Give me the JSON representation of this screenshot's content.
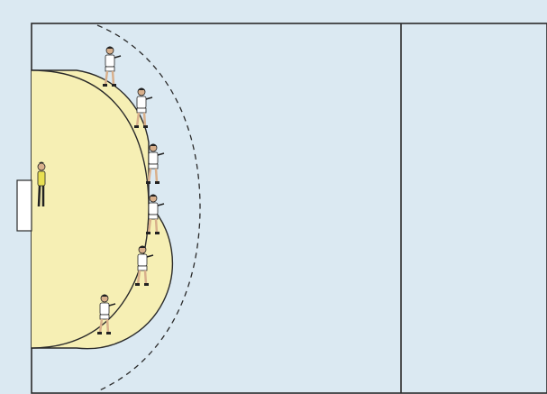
{
  "diagram": {
    "colors": {
      "background": "#dbe9f2",
      "court": "#dbe9f2",
      "goal_area": "#f6efb4",
      "lines": "#2a2a2a",
      "goalkeeper_shirt": "#e8e052",
      "player_shirt": "#ffffff",
      "skin": "#d9b08c",
      "hair": "#222222"
    },
    "elements": {
      "goal": "goal",
      "goal_area": "goal-area-6m",
      "free_throw_line": "free-throw-line-9m",
      "center_line": "center-line"
    },
    "goalkeeper": {
      "label": "goalkeeper",
      "shirt": "yellow",
      "count": 1
    },
    "defenders": {
      "label": "defender",
      "shirt": "white",
      "count": 6,
      "formation": "6-0"
    }
  }
}
